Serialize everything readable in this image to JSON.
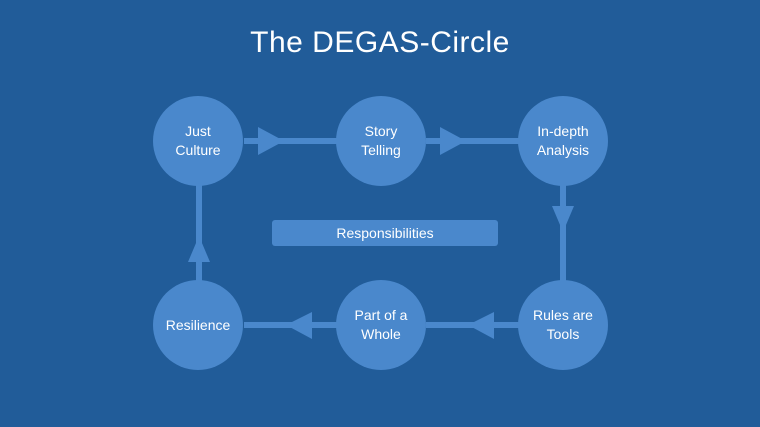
{
  "title": "The  DEGAS-Circle",
  "nodes": {
    "just_culture": "Just\nCulture",
    "story_telling": "Story\nTelling",
    "in_depth_analysis": "In-depth\nAnalysis",
    "rules_are_tools": "Rules are\nTools",
    "part_of_a_whole": "Part of a\nWhole",
    "resilience": "Resilience"
  },
  "center_label": "Responsibilities",
  "colors": {
    "background": "#215c99",
    "node_fill": "#4a88cc",
    "connector": "#4a88cc",
    "text": "#ffffff"
  }
}
